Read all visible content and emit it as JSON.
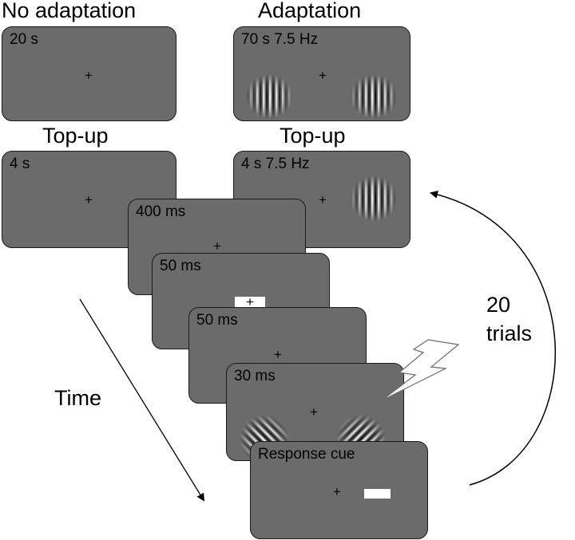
{
  "headings": {
    "no_adaptation": "No adaptation",
    "adaptation": "Adaptation",
    "top_up_left": "Top-up",
    "top_up_right": "Top-up"
  },
  "screens": {
    "no_adapt": {
      "label": "20 s"
    },
    "adapt": {
      "label": "70 s 7.5 Hz"
    },
    "topup_left": {
      "label": "4 s"
    },
    "topup_right": {
      "label": "4 s 7.5 Hz"
    },
    "trial_1": {
      "label": "400 ms"
    },
    "trial_2": {
      "label": "50 ms"
    },
    "trial_3": {
      "label": "50 ms"
    },
    "trial_4": {
      "label": "30 ms"
    },
    "trial_5": {
      "label": "Response cue"
    }
  },
  "fixation": "+",
  "annotations": {
    "time": "Time",
    "trials_count": "20",
    "trials_word": "trials"
  },
  "colors": {
    "screen_gray": "#6b6b6b",
    "border": "#1a1a1a",
    "cue": "#ffffff"
  },
  "icons": [
    "fixation-cross",
    "grating-patch",
    "lightning-bolt",
    "time-arrow",
    "loop-arrow"
  ]
}
